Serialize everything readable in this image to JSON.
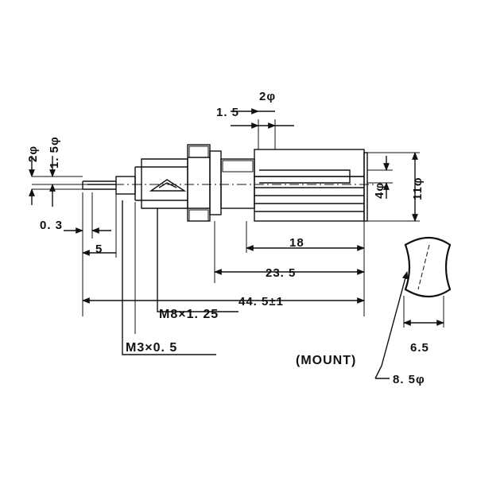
{
  "dimensions": {
    "d_2phi_top": "2φ",
    "d_1_5": "1. 5",
    "d_2phi_left": "2φ",
    "d_1_5phi_left": "1. 5φ",
    "d_0_3": "0. 3",
    "d_5": "5",
    "d_18": "18",
    "d_23_5": "23. 5",
    "d_44_5": "44. 5±1",
    "d_4phi": "4φ",
    "d_11phi": "11φ",
    "d_6_5": "6.5",
    "d_8_5phi": "8. 5φ"
  },
  "threads": {
    "m8": "M8×1. 25",
    "m3": "M3×0. 5"
  },
  "notes": {
    "mount": "(MOUNT)"
  }
}
